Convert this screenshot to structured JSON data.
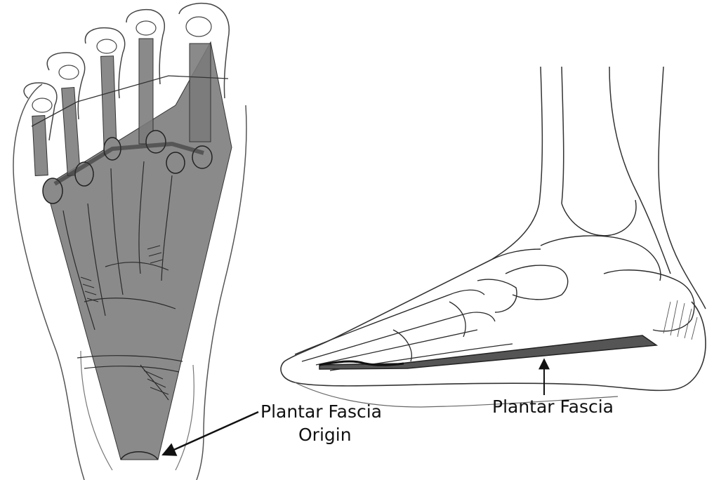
{
  "labels": {
    "plantar_fascia_origin_line1": "Plantar Fascia",
    "plantar_fascia_origin_line2": "Origin",
    "plantar_fascia": "Plantar Fascia"
  },
  "colors": {
    "fascia_fill": "#7a7a7a",
    "bone_line": "#2a2a2a",
    "skin_line": "#555555",
    "background": "#ffffff"
  }
}
